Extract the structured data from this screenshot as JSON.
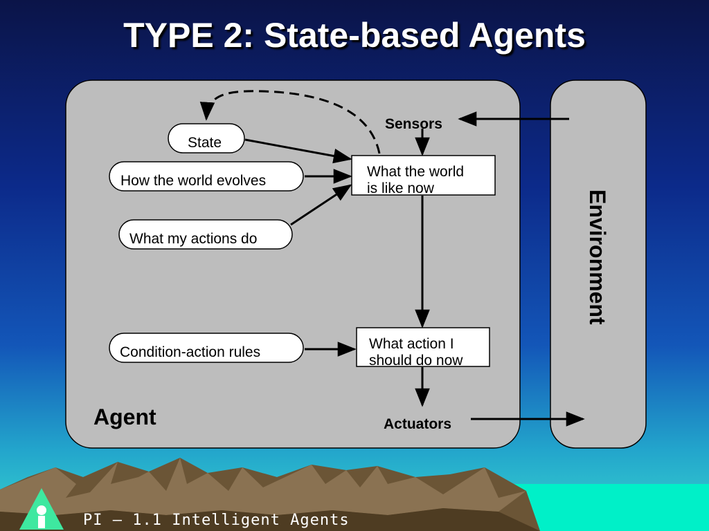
{
  "slide": {
    "title": "TYPE 2: State-based Agents",
    "footer": "PI – 1.1 Intelligent Agents"
  },
  "diagram": {
    "agent_label": "Agent",
    "environment_label": "Environment",
    "sensors_label": "Sensors",
    "actuators_label": "Actuators",
    "state": "State",
    "how_world_evolves": "How the world evolves",
    "what_my_actions_do": "What my actions do",
    "condition_action_rules": "Condition-action rules",
    "world_now_line1": "What the world",
    "world_now_line2": "is like now",
    "action_now_line1": "What action I",
    "action_now_line2": "should do now"
  },
  "colors": {
    "panel_fill": "#bdbdbd",
    "background_top": "#0a1a5c",
    "background_bottom": "#2ec8d8",
    "mountains": "#6b5536",
    "logo": "#3ee8a0"
  }
}
